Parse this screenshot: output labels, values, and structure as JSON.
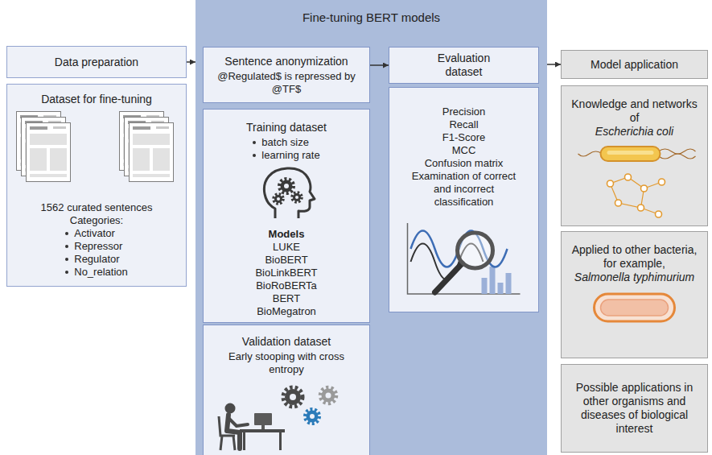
{
  "diagram": {
    "nodes": [
      {
        "text": [
          "Data preparation"
        ]
      },
      {
        "text": [
          "Dataset for fine-tuning",
          "1562 curated sentences",
          "Categories:",
          "Activator",
          "Repressor",
          "Regulator",
          "No_relation"
        ]
      },
      {
        "text": [
          "Fine-tuning BERT models"
        ]
      },
      {
        "text": [
          "Sentence anonymization",
          "@Regulated$ is repressed by @TF$"
        ],
        "in": 2
      },
      {
        "text": [
          "Training dataset",
          "batch size",
          "learning rate",
          "Models",
          "LUKE",
          "BioBERT",
          "BioLinkBERT",
          "BioRoBERTa",
          "BERT",
          "BioMegatron"
        ],
        "in": 2
      },
      {
        "text": [
          "Validation dataset",
          "Early stooping with cross entropy"
        ],
        "in": 2
      },
      {
        "text": [
          "Evaluation dataset"
        ],
        "in": 2
      },
      {
        "text": [
          "Precision",
          "Recall",
          "F1-Score",
          "MCC",
          "Confusion matrix",
          "Examination of correct and incorrect classification"
        ],
        "in": 2
      },
      {
        "text": [
          "Model application"
        ]
      },
      {
        "text": [
          "Knowledge and networks of",
          "Escherichia coli"
        ]
      },
      {
        "text": [
          "Applied to other bacteria, for example,",
          "Salmonella typhimurium"
        ]
      },
      {
        "text": [
          "Possible applications in other organisms and diseases of biological interest"
        ]
      }
    ],
    "edges": [
      {
        "from": 0,
        "to": 2,
        "arrow": "to"
      },
      {
        "from": 3,
        "to": 6,
        "arrow": "to"
      },
      {
        "from": 2,
        "to": 8,
        "arrow": "to"
      }
    ]
  }
}
